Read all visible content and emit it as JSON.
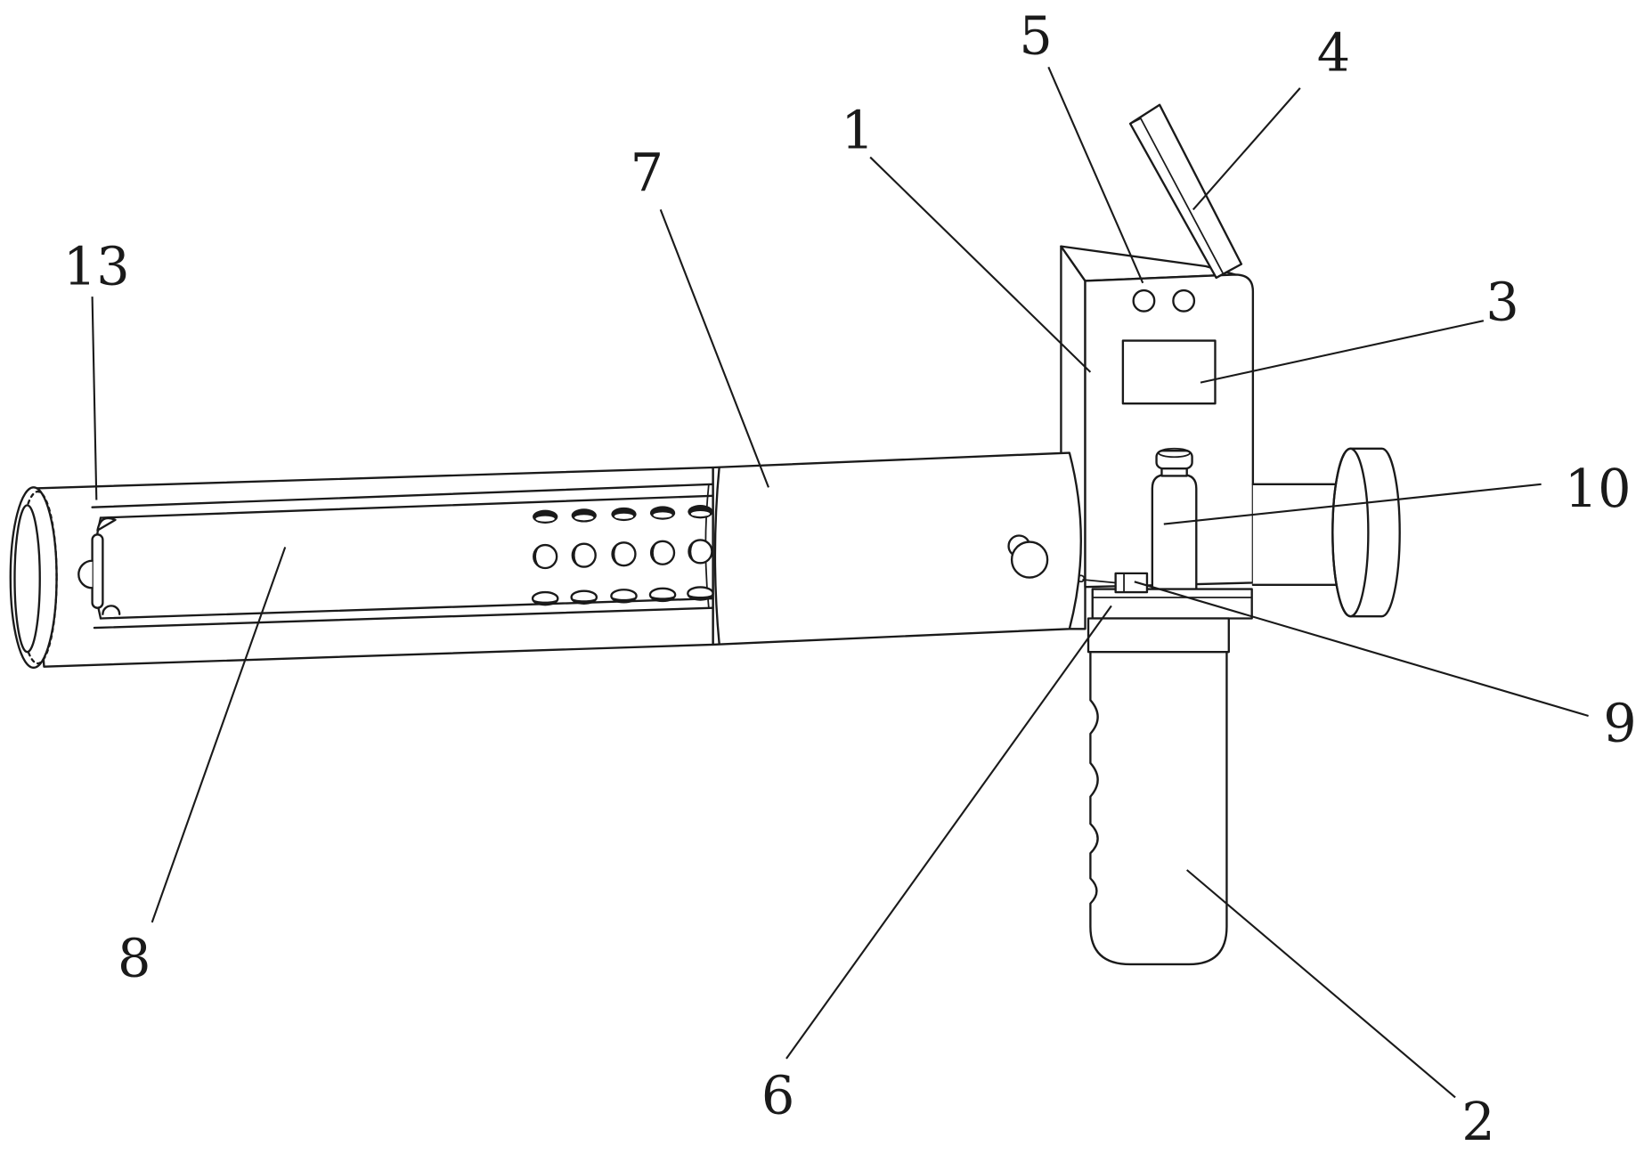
{
  "drawing": {
    "line_color": "#1a1a1a",
    "background": "#ffffff",
    "callouts": {
      "label_1": "1",
      "label_2": "2",
      "label_3": "3",
      "label_4": "4",
      "label_5": "5",
      "label_6": "6",
      "label_7": "7",
      "label_8": "8",
      "label_9": "9",
      "label_10": "10",
      "label_13": "13"
    }
  }
}
